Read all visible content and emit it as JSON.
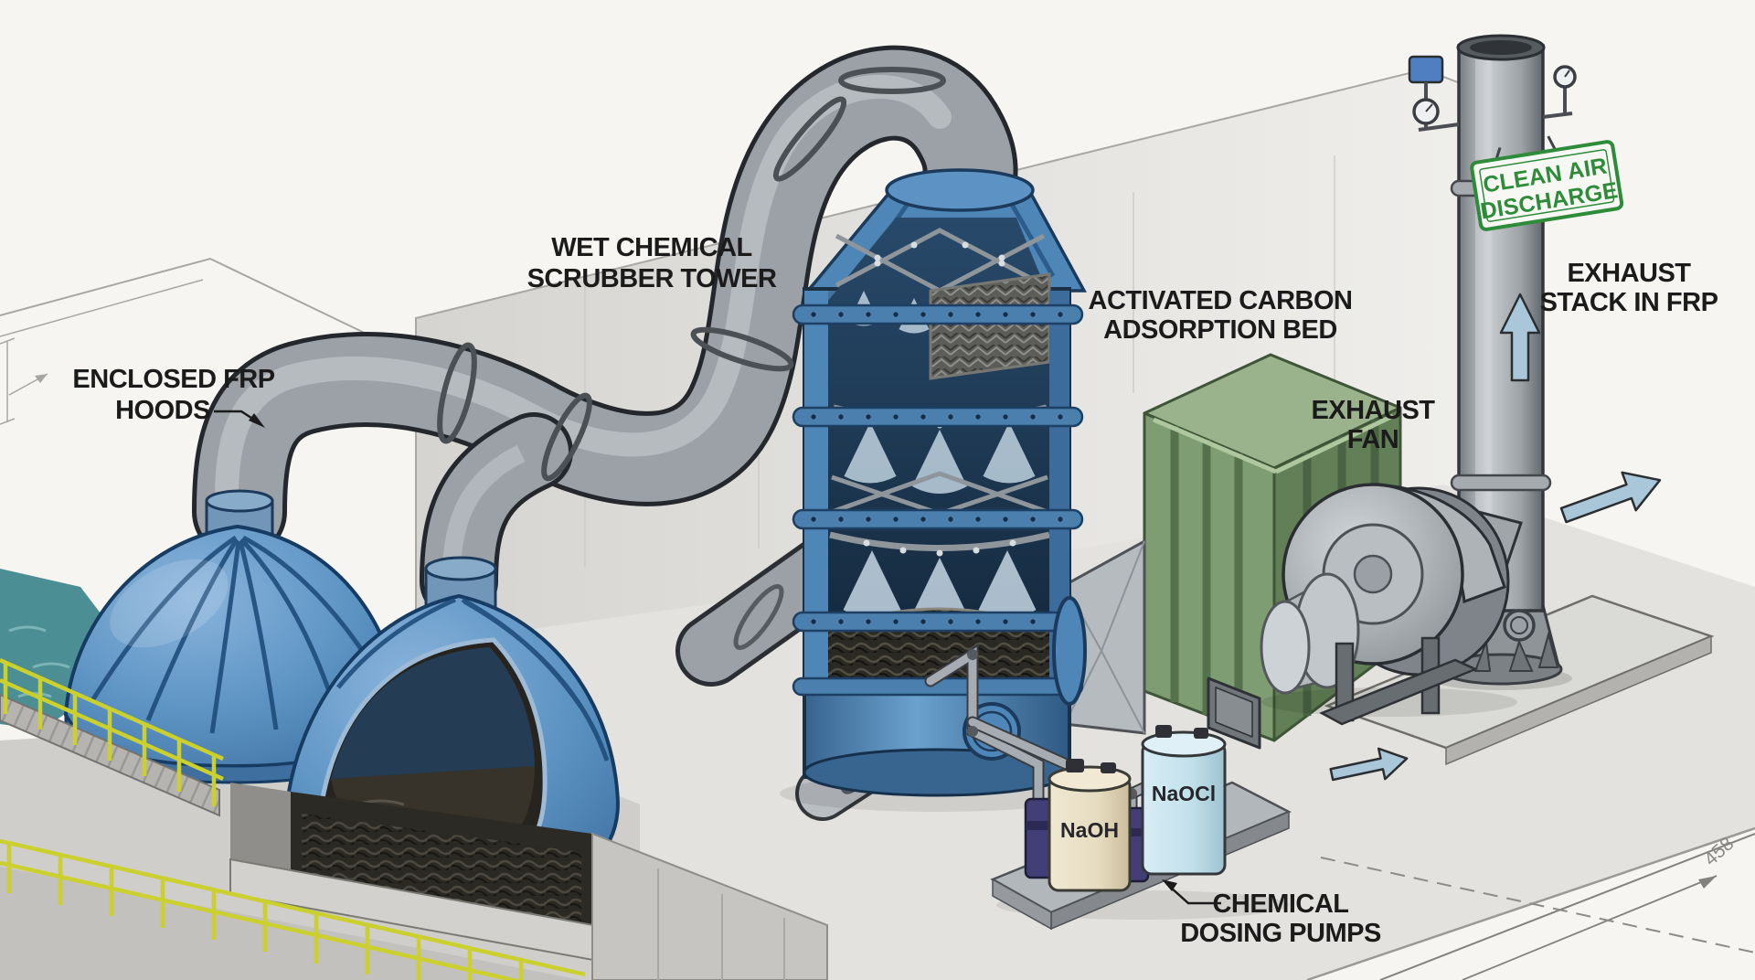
{
  "figure": {
    "type": "technical-illustration",
    "subject": "Odor control process train: FRP hoods, wet chemical scrubber, carbon adsorber, exhaust fan and FRP stack"
  },
  "labels": {
    "enclosed_frp_hoods": {
      "line1": "ENCLOSED FRP",
      "line2": "HOODS"
    },
    "wet_chemical_scrubber_tower": {
      "line1": "WET CHEMICAL",
      "line2": "SCRUBBER TOWER"
    },
    "activated_carbon_adsorption_bed": {
      "line1": "ACTIVATED CARBON",
      "line2": "ADSORPTION BED"
    },
    "exhaust_fan": {
      "line1": "EXHAUST",
      "line2": "FAN"
    },
    "exhaust_stack_in_frp": {
      "line1": "EXHAUST",
      "line2": "STACK IN FRP"
    },
    "chemical_dosing_pumps": {
      "line1": "CHEMICAL",
      "line2": "DOSING PUMPS"
    }
  },
  "sign": {
    "line1": "CLEAN AIR",
    "line2": "DISCHARGE",
    "color": "#2e8b3a"
  },
  "tanks": {
    "left": "NaOH",
    "right": "NaOCl"
  },
  "drawing_note": "458",
  "colors": {
    "label_text": "#1b1b1b",
    "duct_gray": "#9ba1a6",
    "tower_blue": "#4f86b8",
    "hood_blue": "#5b92c2",
    "carbon_green": "#7e9d72",
    "arrow_blue": "#aac7da",
    "water_teal": "#4b8e93",
    "railing_yellow": "#ccd02f",
    "sign_green": "#2e8b3a"
  }
}
